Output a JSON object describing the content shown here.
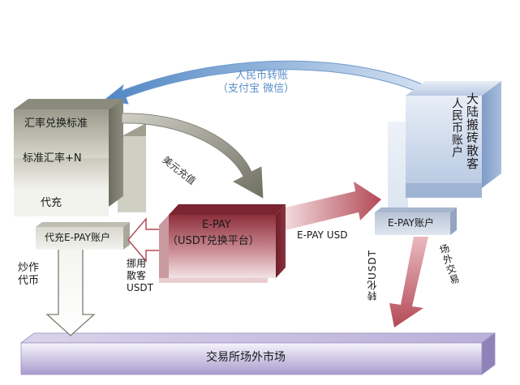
{
  "diagram": {
    "arc_label": {
      "line1": "人民币转账",
      "line2": "（支付宝  微信）"
    },
    "left_box": {
      "top_label": "汇率兑换标准",
      "rate_label": "标准汇率+N",
      "bottom_label": "代充",
      "account_label": "代充E-PAY账户"
    },
    "usd_recharge_label": "美元充值",
    "epay": {
      "title": "E-PAY",
      "subtitle": "（USDT兑换平台）"
    },
    "epay_usd_label": "E-PAY USD",
    "misappropriate_label": {
      "line1": "挪用",
      "line2": "散客",
      "line3": "USDT"
    },
    "speculate_label": {
      "line1": "炒作",
      "line2": "代币"
    },
    "right_box": {
      "col1": "大陆搬砖散客",
      "col2": "人民币账户",
      "account_label": "E-PAY账户"
    },
    "transfer_usdt_label": "转化USDT",
    "otc_trade_label": "场外交易",
    "market_label": "交易所场外市场",
    "colors": {
      "arc_blue": "#4f86c4",
      "label_blue": "#5b8fc9",
      "epay_red": "#9e3c48",
      "market_purple": "#9a8ec2"
    }
  }
}
